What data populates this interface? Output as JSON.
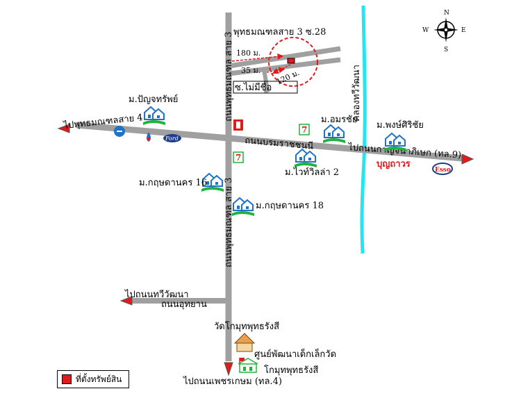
{
  "compass": {
    "n": "N",
    "s": "S",
    "e": "E",
    "w": "W"
  },
  "roads": {
    "vertical_main_upper": "ถนนพุทธมณฑล สาย 3",
    "vertical_main_lower": "ถนนพุทธมณฑล สาย 3",
    "soi_top": "พุทธมณฑลสาย 3 ซ.28",
    "soi_unnamed": "ซ.ไม่มีชื่อ",
    "horizontal_main": "ถนนบรมราชชนนี",
    "to_left": "ไปพุทธมณฑลสาย 4",
    "to_right": "ไปถนนกาญจนาภิเษก (ทล.9)",
    "to_west_lower": "ไปถนนทวีวัฒนา",
    "lower_road": "ถนนอุทยาน",
    "to_south": "ไปถนนเพชรเกษม (ทล.4)",
    "canal": "คลองทวีวัฒนา"
  },
  "distances": {
    "d180": "180 ม.",
    "d35": "35 ม.",
    "d120": "120 ม."
  },
  "places": {
    "punjasap": "ม.ปัญจทรัพย์",
    "amornchai": "ม.อมรชัย",
    "pongsiri": "ม.พงษ์ศิริชัย",
    "villa2": "ม.ไวท์วิลล่า 2",
    "kritsadanakorn16": "ม.กฤษดานคร 16",
    "kritsadanakorn18": "ม.กฤษดานคร 18",
    "temple": "วัดโกมุทพุทธรังสี",
    "child_center": "ศูนย์พัฒนาเด็กเล็กวัด",
    "school": "โกมุทพุทธรังสี",
    "boonthavorn": "บุญถาวร",
    "esso": "Esso",
    "ford": "Ford",
    "seven": "7"
  },
  "legend": {
    "label": "ที่ตั้งทรัพย์สิน"
  },
  "colors": {
    "road": "#a0a0a0",
    "arrow": "#e01b1b",
    "canal": "#22e6f0",
    "house": "#1e73c8",
    "green": "#20b33a",
    "marker": "#e01b1b"
  }
}
